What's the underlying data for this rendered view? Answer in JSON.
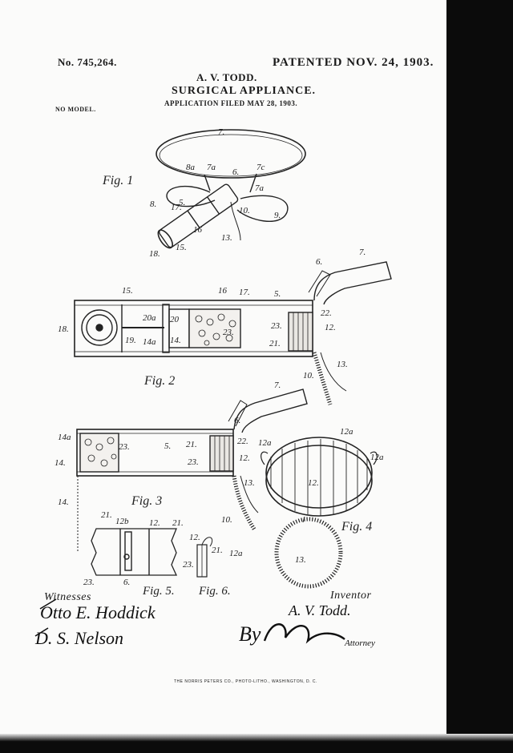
{
  "header": {
    "patent_number": "No. 745,264.",
    "patented_date": "PATENTED NOV. 24, 1903.",
    "inventor_name": "A. V. TODD.",
    "title": "SURGICAL APPLIANCE.",
    "application_filed": "APPLICATION FILED MAY 28, 1903.",
    "model_note": "NO MODEL."
  },
  "figure_labels": {
    "fig1": "Fig. 1",
    "fig2": "Fig. 2",
    "fig3": "Fig. 3",
    "fig4": "Fig. 4",
    "fig5": "Fig. 5.",
    "fig6": "Fig. 6."
  },
  "reference_numerals": {
    "n7": "7.",
    "n7a": "7a",
    "n7c": "7c",
    "n8a": "8a",
    "n8": "8.",
    "n6": "6.",
    "n9": "9.",
    "n10": "10.",
    "n13": "13.",
    "n15": "15.",
    "n16": "16",
    "n17": "17.",
    "n18": "18.",
    "n5": "5.",
    "n20a": "20a",
    "n20": "20",
    "n19": "19.",
    "n14a": "14a",
    "n14": "14.",
    "n23": "23.",
    "n21": "21.",
    "n22": "22.",
    "n12": "12.",
    "n12a": "12a",
    "n12b": "12b"
  },
  "signatures": {
    "witnesses_label": "Witnesses",
    "witness1": "Otto E. Hoddick",
    "witness2": "D. S. Nelson",
    "inventor_label": "Inventor",
    "inventor_signature": "A. V. Todd.",
    "attorney_prefix": "By",
    "attorney_label": "Attorney"
  },
  "footer": {
    "printer": "THE NORRIS PETERS CO., PHOTO-LITHO., WASHINGTON, D. C."
  }
}
